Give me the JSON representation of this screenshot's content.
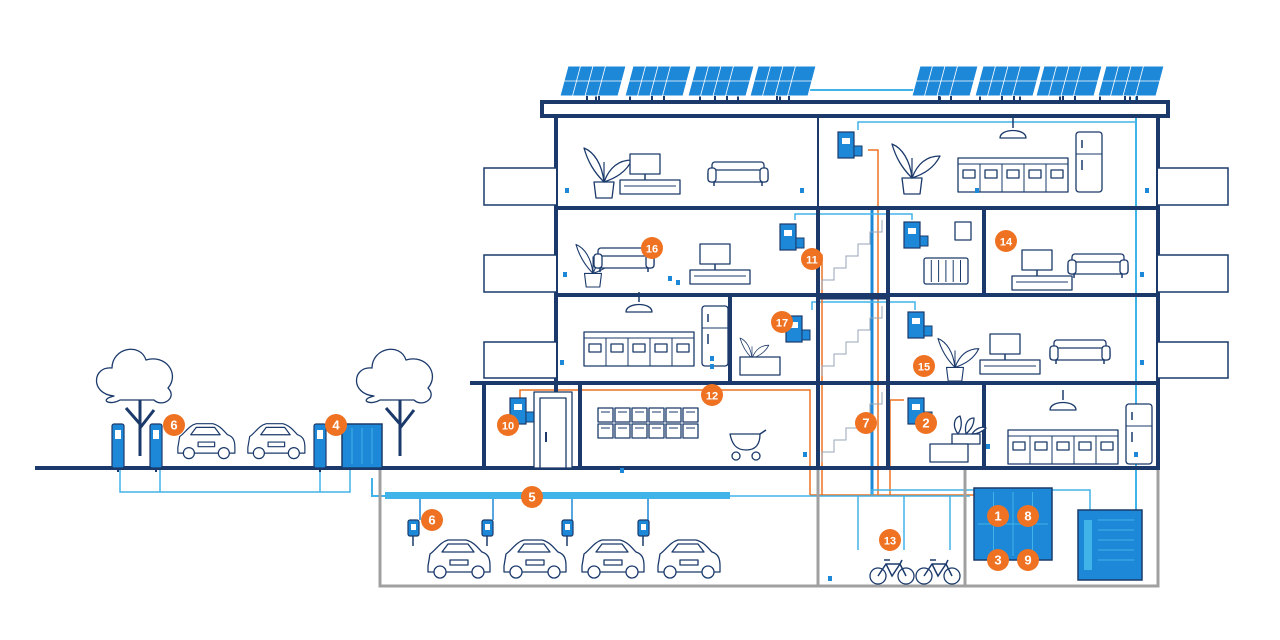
{
  "colors": {
    "structure": "#1b3a6b",
    "blue": "#1e88d8",
    "cyan": "#40b3e8",
    "orange": "#ee7222",
    "gray": "#a0a0a0",
    "white": "#ffffff"
  },
  "markers": [
    {
      "id": "1",
      "label": "1"
    },
    {
      "id": "2",
      "label": "2"
    },
    {
      "id": "3",
      "label": "3"
    },
    {
      "id": "4",
      "label": "4"
    },
    {
      "id": "5",
      "label": "5"
    },
    {
      "id": "6a",
      "label": "6"
    },
    {
      "id": "6b",
      "label": "6"
    },
    {
      "id": "7",
      "label": "7"
    },
    {
      "id": "8",
      "label": "8"
    },
    {
      "id": "9",
      "label": "9"
    },
    {
      "id": "10",
      "label": "10"
    },
    {
      "id": "11",
      "label": "11"
    },
    {
      "id": "12",
      "label": "12"
    },
    {
      "id": "13",
      "label": "13"
    },
    {
      "id": "14",
      "label": "14"
    },
    {
      "id": "15",
      "label": "15"
    },
    {
      "id": "16",
      "label": "16"
    },
    {
      "id": "17",
      "label": "17"
    }
  ],
  "icons": {
    "solar": "solar-panel-icon",
    "tree": "tree-icon",
    "car": "car-icon",
    "charger": "wallbox-charger-icon",
    "bike": "bicycle-icon",
    "plant": "plant-icon",
    "sofa": "sofa-icon",
    "tv": "tv-icon",
    "fridge": "fridge-icon",
    "lamp": "lamp-icon",
    "pram": "pram-icon",
    "cabinet": "distribution-cabinet-icon"
  }
}
